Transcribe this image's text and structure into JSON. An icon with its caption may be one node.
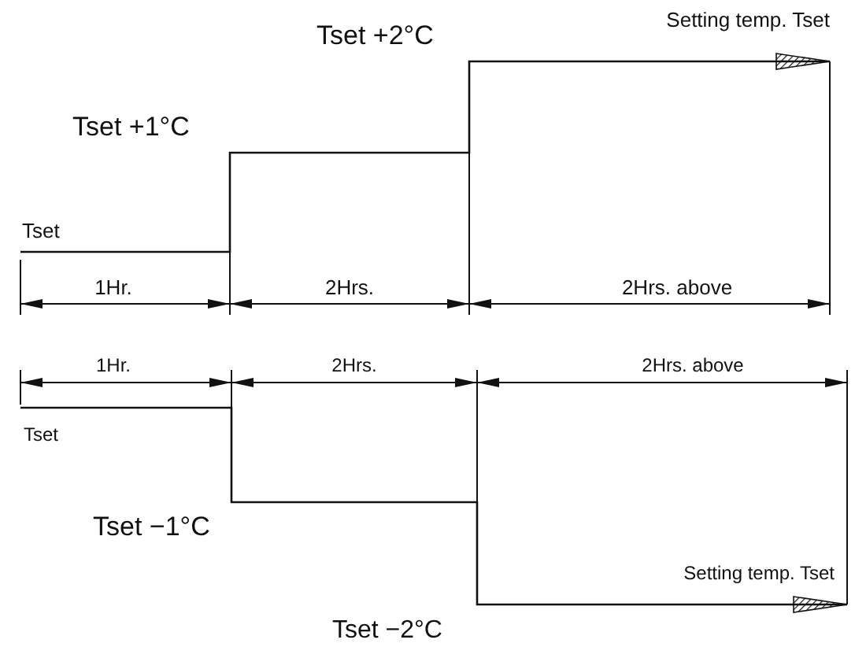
{
  "diagram": {
    "labels": [
      "Setting temp. Tset",
      "Tset +2°C",
      "Tset +1°C",
      "Tset",
      "1Hr.",
      "2Hrs.",
      "2Hrs. above",
      "1Hr.",
      "2Hrs.",
      "2Hrs. above",
      "Tset",
      "Tset −1°C",
      "Setting temp. Tset",
      "Tset −2°C"
    ]
  }
}
